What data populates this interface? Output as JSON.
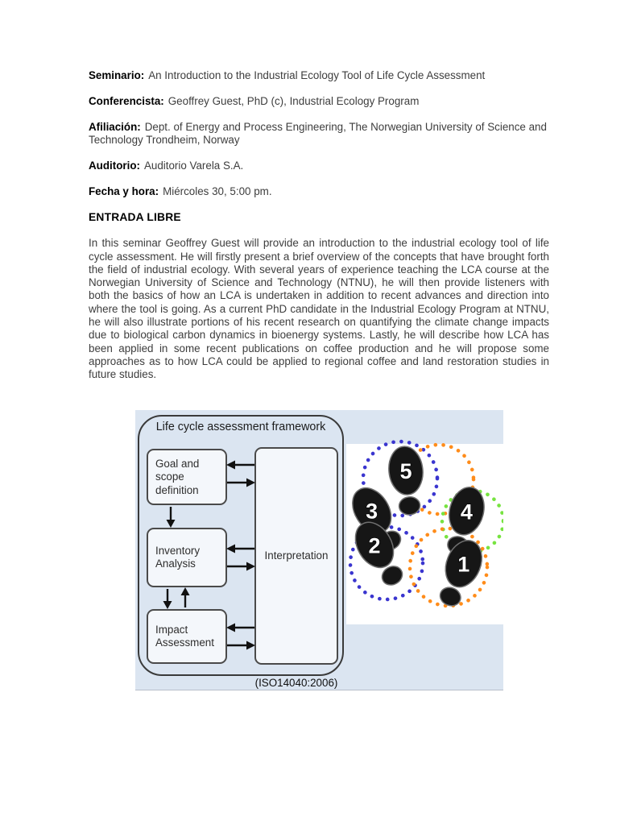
{
  "document": {
    "fields": [
      {
        "label": "Seminario:",
        "value": "An Introduction to the Industrial Ecology Tool of Life Cycle Assessment"
      },
      {
        "label": "Conferencista:",
        "value": "Geoffrey Guest, PhD (c), Industrial Ecology Program"
      },
      {
        "label": "Afiliación:",
        "value": "Dept. of Energy and Process Engineering, The Norwegian University of Science and Technology Trondheim, Norway"
      },
      {
        "label": "Auditorio:",
        "value": "Auditorio Varela S.A."
      },
      {
        "label": "Fecha y hora:",
        "value": "Miércoles 30, 5:00 pm."
      }
    ],
    "heading": "ENTRADA LIBRE",
    "body": "In this seminar Geoffrey Guest will provide an introduction to the industrial ecology tool of life cycle assessment. He will firstly present a brief overview of the concepts that have brought forth the field of industrial ecology. With several years of experience teaching the LCA course at the Norwegian University of Science and Technology (NTNU), he will then provide listeners with both the basics of how an LCA is undertaken in addition to recent advances and direction into where the tool is going. As a current PhD candidate in the Industrial Ecology Program at NTNU, he will also illustrate portions of his recent research on quantifying the climate change impacts due to biological carbon dynamics in bioenergy systems. Lastly, he will describe how LCA has been applied in some recent publications on coffee production and he will propose some approaches as to how LCA could be applied to regional coffee and land restoration studies in future studies."
  },
  "figure": {
    "title": "Life cycle assessment framework",
    "boxes": {
      "goal": "Goal and scope definition",
      "inventory": "Inventory Analysis",
      "impact": "Impact Assessment",
      "interpretation": "Interpretation"
    },
    "caption": "(ISO14040:2006)",
    "footprints": {
      "numbers": [
        "1",
        "2",
        "3",
        "4",
        "5"
      ]
    },
    "colors": {
      "background": "#dbe5f1",
      "dot_blue": "#3a35cf",
      "dot_orange": "#ff8c1a",
      "dot_green": "#77e340"
    }
  }
}
